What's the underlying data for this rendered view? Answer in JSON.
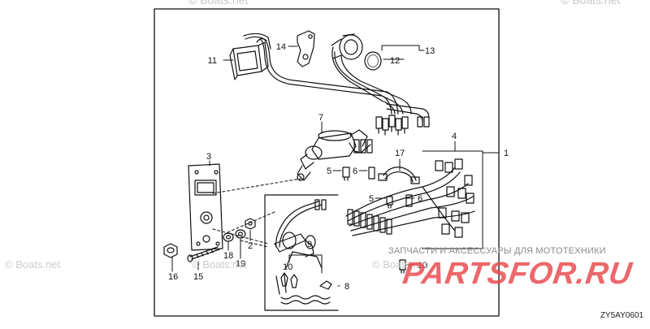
{
  "watermarks": {
    "top_center": "© Boats.net",
    "top_right": "© Boats.net",
    "left": "© Boats.net",
    "mid_left": "© Boats.net",
    "mid_right": "© Boats.net"
  },
  "brand": {
    "tagline": "ЗАПЧАСТИ И АКСЕССУАРЫ ДЛЯ МОТОТЕХНИКИ",
    "logo": "PARTSFOR.RU",
    "logo_color": "#e9484b"
  },
  "diagram_code": "ZY5AY0601",
  "callouts": {
    "n1": "1",
    "n2": "2",
    "n3": "3",
    "n4": "4",
    "n5a": "5",
    "n5b": "5",
    "n6a": "6",
    "n6b": "6",
    "n7": "7",
    "n8": "8",
    "n9": "9",
    "n10a": "10",
    "n10b": "10",
    "n11": "11",
    "n12": "12",
    "n13": "13",
    "n14": "14",
    "n15": "15",
    "n16": "16",
    "n17": "17",
    "n18": "18",
    "n19": "19"
  }
}
